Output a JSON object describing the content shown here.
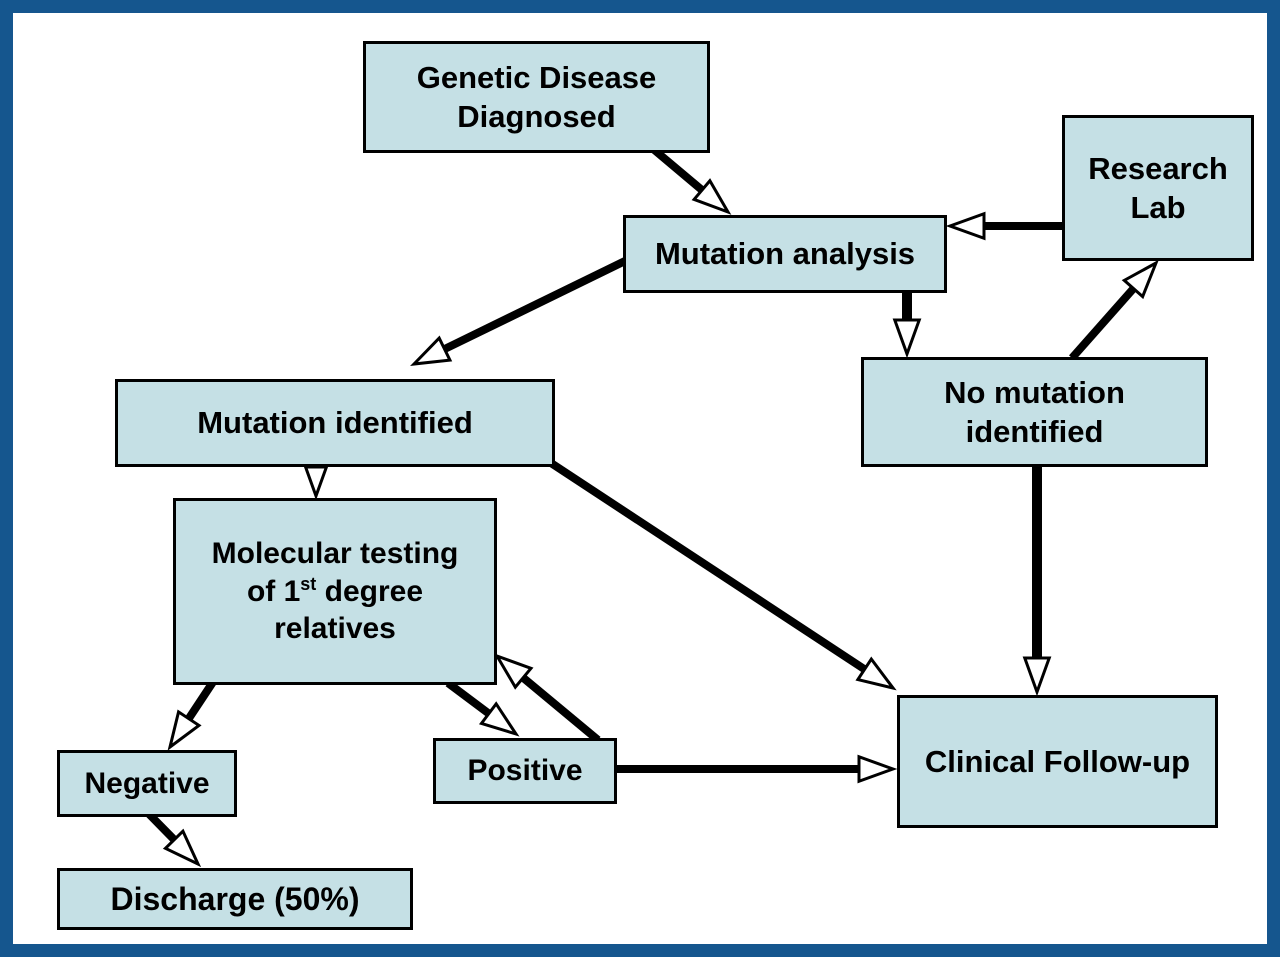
{
  "diagram": {
    "description": "Genetic disease diagnosis and mutation testing flowchart",
    "colors": {
      "frame": "#15568E",
      "background": "#FFFFFF",
      "box_fill": "#C5E0E5",
      "box_border": "#000000",
      "arrow": "#000000",
      "arrowhead_fill": "#FFFFFF",
      "text": "#000000"
    },
    "nodes": {
      "genetic_disease": {
        "lines": [
          "Genetic Disease",
          "Diagnosed"
        ]
      },
      "research_lab": {
        "lines": [
          "Research",
          "Lab"
        ]
      },
      "mutation_analysis": {
        "lines": [
          "Mutation analysis"
        ]
      },
      "mutation_identified": {
        "lines": [
          "Mutation identified"
        ]
      },
      "no_mutation": {
        "lines": [
          "No mutation",
          "identified"
        ]
      },
      "molecular_testing": {
        "line1": "Molecular testing",
        "line2_pre": "of 1",
        "line2_sup": "st",
        "line2_post": " degree",
        "line3": "relatives"
      },
      "negative": {
        "lines": [
          "Negative"
        ]
      },
      "positive": {
        "lines": [
          "Positive"
        ]
      },
      "clinical_followup": {
        "lines": [
          "Clinical Follow-up"
        ]
      },
      "discharge": {
        "lines": [
          "Discharge (50%)"
        ]
      }
    },
    "edges": [
      {
        "from": "genetic_disease",
        "to": "mutation_analysis"
      },
      {
        "from": "research_lab",
        "to": "mutation_analysis"
      },
      {
        "from": "mutation_analysis",
        "to": "mutation_identified"
      },
      {
        "from": "mutation_analysis",
        "to": "no_mutation"
      },
      {
        "from": "no_mutation",
        "to": "research_lab"
      },
      {
        "from": "no_mutation",
        "to": "clinical_followup"
      },
      {
        "from": "mutation_identified",
        "to": "molecular_testing"
      },
      {
        "from": "mutation_identified",
        "to": "clinical_followup"
      },
      {
        "from": "molecular_testing",
        "to": "negative"
      },
      {
        "from": "molecular_testing",
        "to": "positive"
      },
      {
        "from": "positive",
        "to": "molecular_testing"
      },
      {
        "from": "positive",
        "to": "clinical_followup"
      },
      {
        "from": "negative",
        "to": "discharge"
      }
    ]
  }
}
